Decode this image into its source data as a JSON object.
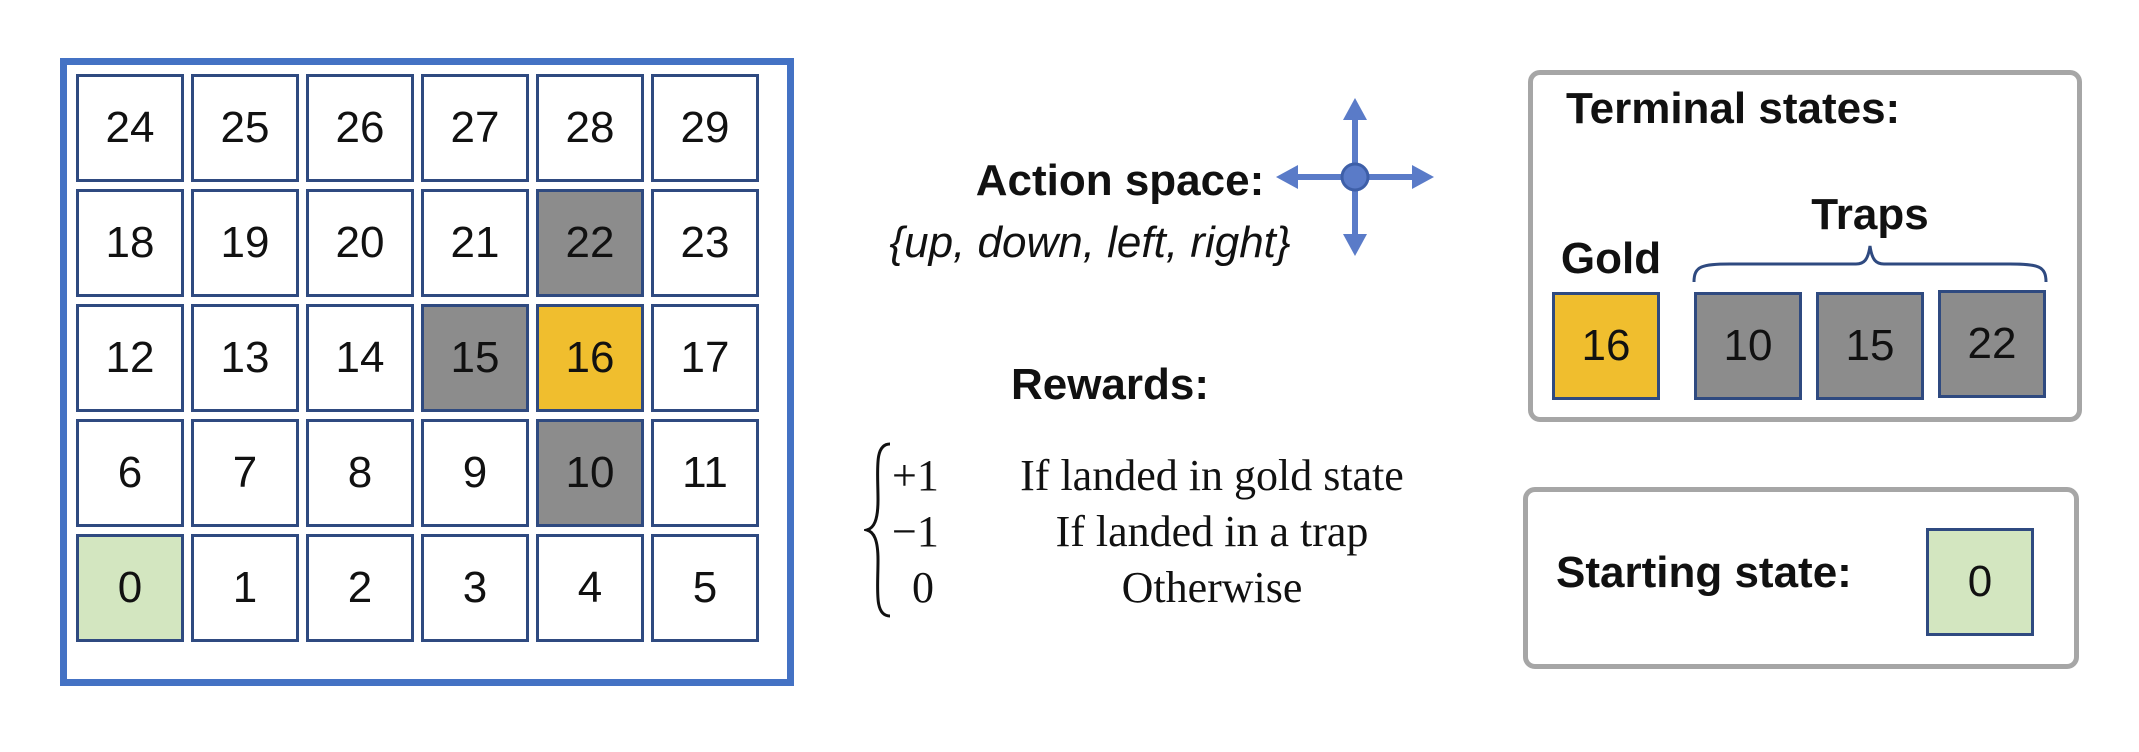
{
  "grid": {
    "rows": [
      [
        24,
        25,
        26,
        27,
        28,
        29
      ],
      [
        18,
        19,
        20,
        21,
        22,
        23
      ],
      [
        12,
        13,
        14,
        15,
        16,
        17
      ],
      [
        6,
        7,
        8,
        9,
        10,
        11
      ],
      [
        0,
        1,
        2,
        3,
        4,
        5
      ]
    ],
    "gold_states": [
      16
    ],
    "trap_states": [
      10,
      15,
      22
    ],
    "start_states": [
      0
    ]
  },
  "colors": {
    "frame": "#4472c4",
    "cell_border": "#2f4a80",
    "gold": "#f0be2e",
    "trap": "#8c8c8c",
    "start": "#d3e6c0",
    "arrows": "#5a7bc8",
    "panel_border": "#a6a6a6"
  },
  "action_space": {
    "title": "Action space:",
    "set_text": "{up, down, left, right}",
    "icon": "four-direction-arrows-icon"
  },
  "rewards": {
    "title": "Rewards:",
    "cases": [
      {
        "value": "+1",
        "condition": "If landed in gold state"
      },
      {
        "value": "−1",
        "condition": "If landed in a trap"
      },
      {
        "value": "0",
        "condition": "Otherwise"
      }
    ]
  },
  "terminal_states": {
    "title": "Terminal states:",
    "gold_label": "Gold",
    "traps_label": "Traps",
    "gold_value": "16",
    "trap_values": [
      "10",
      "15",
      "22"
    ]
  },
  "starting_state": {
    "label": "Starting state:",
    "value": "0"
  }
}
